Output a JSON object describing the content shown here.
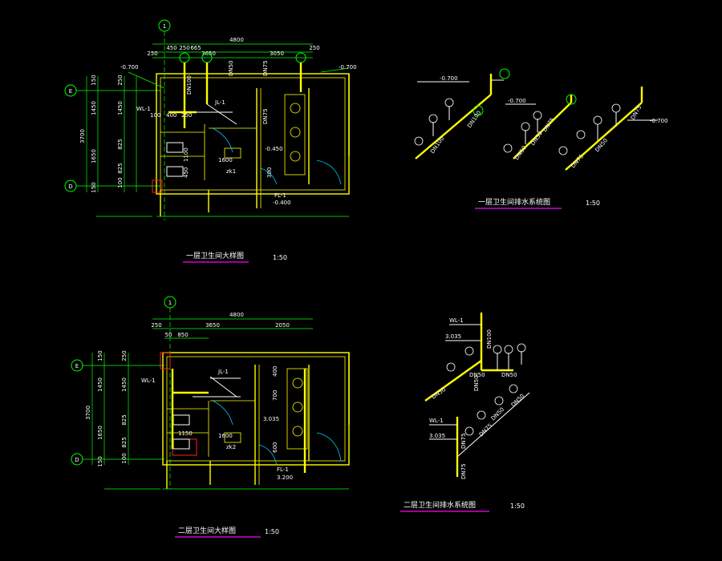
{
  "drawing": {
    "views": [
      {
        "id": "plan1",
        "title": "一层卫生间大样图",
        "scale": "1:50",
        "axis_top": "1",
        "axis_left": [
          "E",
          "D"
        ],
        "dims_top": [
          "4800",
          "450",
          "250",
          "665",
          "3650",
          "3050",
          "250",
          "250"
        ],
        "dims_left": [
          "3700",
          "1450",
          "1650",
          "150",
          "250",
          "150",
          "825",
          "825",
          "100"
        ],
        "labels": [
          "-0.700",
          "-0.700",
          "WL-1",
          "JL-1",
          "DN100",
          "DN75",
          "DN50",
          "DN75",
          "-0.450",
          "1600",
          "FL-1",
          "-0.400",
          "100",
          "400",
          "250",
          "1100",
          "450",
          "300",
          "zk1"
        ]
      },
      {
        "id": "system1",
        "title": "一层卫生间排水系统图",
        "scale": "1:50",
        "labels": [
          "-0.700",
          "-0.700",
          "-0.700",
          "DN100",
          "DN100",
          "DN50",
          "DN75",
          "DN50",
          "DN75",
          "DN75",
          "DN50"
        ]
      },
      {
        "id": "plan2",
        "title": "二层卫生间大样图",
        "scale": "1:50",
        "axis_top": "1",
        "axis_left": [
          "E",
          "D"
        ],
        "dims_top": [
          "4800",
          "250",
          "3650",
          "2050",
          "50",
          "850"
        ],
        "dims_left": [
          "3700",
          "1450",
          "1650",
          "150",
          "250",
          "150",
          "825",
          "825",
          "100"
        ],
        "labels": [
          "WL-1",
          "JL-1",
          "3.035",
          "FL-1",
          "3.200",
          "1150",
          "400",
          "700",
          "600",
          "1600",
          "zk2"
        ]
      },
      {
        "id": "system2",
        "title": "二层卫生间排水系统图",
        "scale": "1:50",
        "labels": [
          "WL-1",
          "3.035",
          "DN100",
          "DN50",
          "DN50",
          "DN50",
          "DN50",
          "WL-1",
          "3.035",
          "DN75",
          "DN75",
          "DN50",
          "DN50",
          "DN75"
        ]
      }
    ]
  },
  "colors": {
    "background": "#000000",
    "wall": "#ffff00",
    "dimension": "#00ff00",
    "text": "#ffffff",
    "title_underline": "#ff00ff",
    "door": "#00c8ff"
  }
}
